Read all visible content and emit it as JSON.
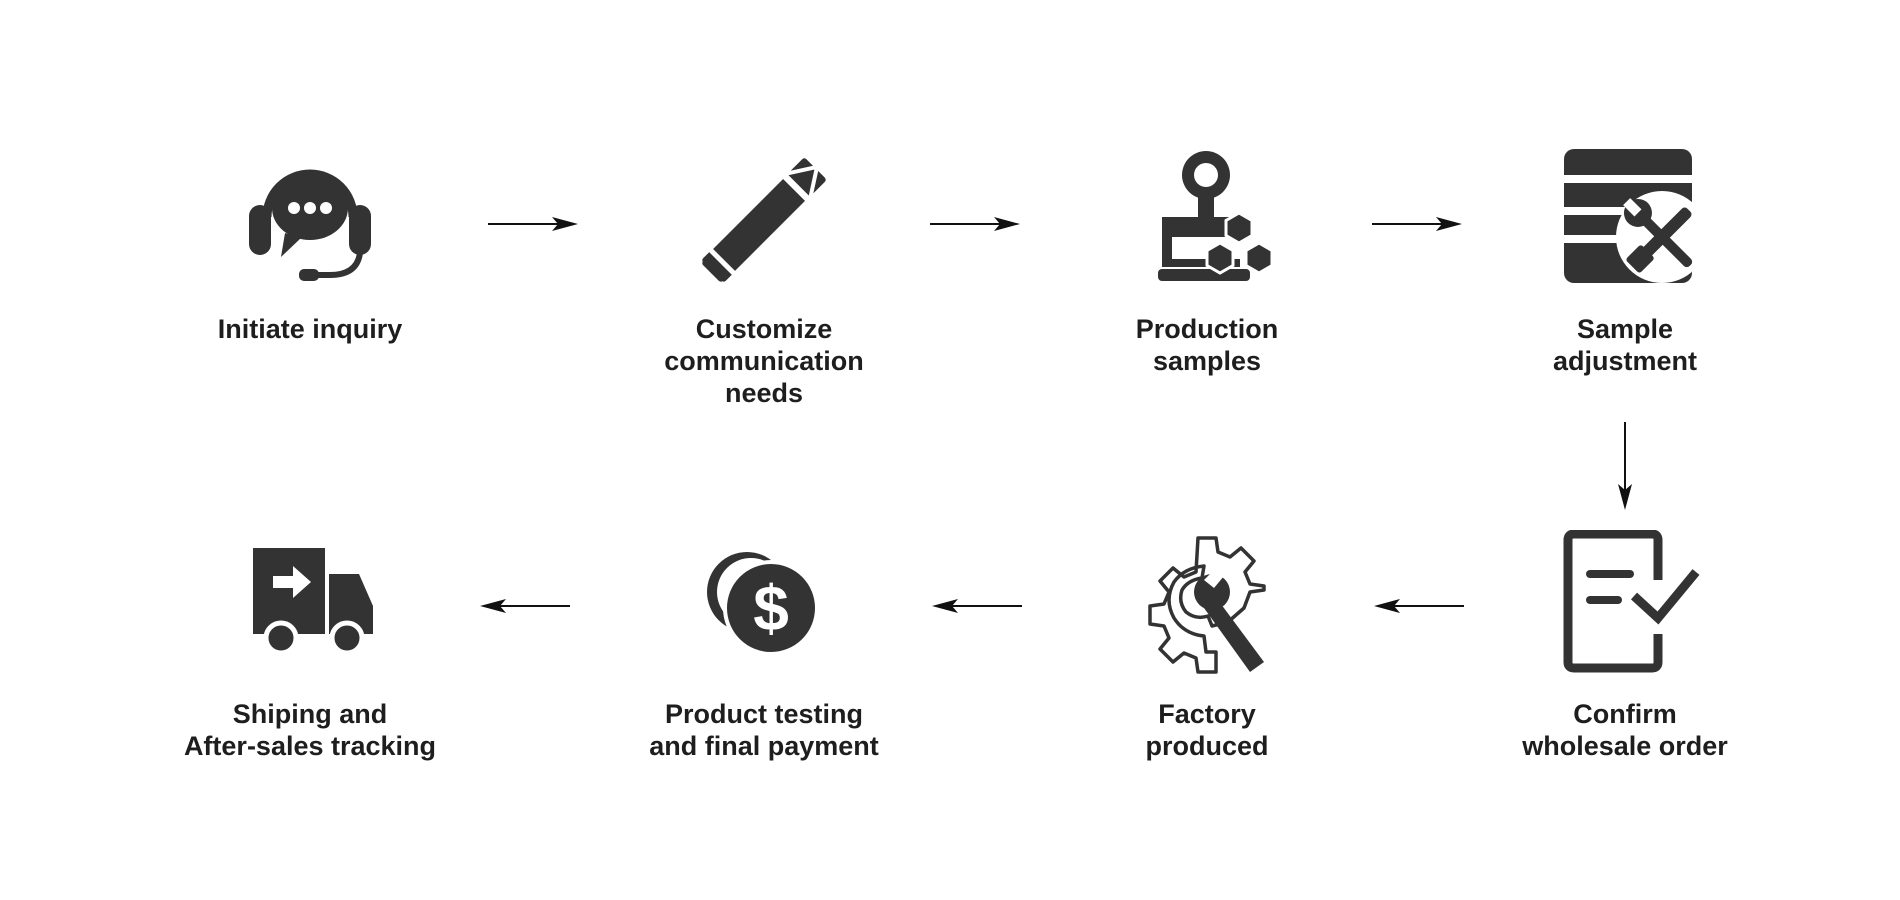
{
  "colors": {
    "icon": "#333333",
    "text": "#1e1e1e",
    "arrow": "#111111"
  },
  "steps": [
    {
      "icon": "headset-chat-icon",
      "lines": [
        "Initiate inquiry"
      ]
    },
    {
      "icon": "ruler-pencil-icon",
      "lines": [
        "Customize",
        "communication",
        "needs"
      ]
    },
    {
      "icon": "sample-production-icon",
      "lines": [
        "Production",
        "samples"
      ]
    },
    {
      "icon": "tools-adjustment-icon",
      "lines": [
        "Sample",
        "adjustment"
      ]
    },
    {
      "icon": "order-checklist-icon",
      "lines": [
        "Confirm",
        "wholesale order"
      ]
    },
    {
      "icon": "gear-wrench-icon",
      "lines": [
        "Factory",
        "produced"
      ]
    },
    {
      "icon": "dollar-coins-icon",
      "lines": [
        "Product testing",
        "and final payment"
      ]
    },
    {
      "icon": "delivery-truck-icon",
      "lines": [
        "Shiping and",
        "After-sales tracking"
      ]
    }
  ]
}
